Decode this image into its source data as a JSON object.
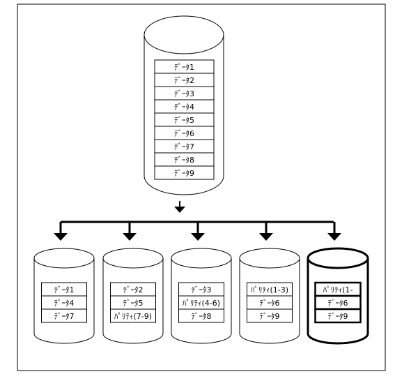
{
  "source": {
    "rows": [
      "ﾃﾞｰﾀ1",
      "ﾃﾞｰﾀ2",
      "ﾃﾞｰﾀ3",
      "ﾃﾞｰﾀ4",
      "ﾃﾞｰﾀ5",
      "ﾃﾞｰﾀ6",
      "ﾃﾞｰﾀ7",
      "ﾃﾞｰﾀ8",
      "ﾃﾞｰﾀ9"
    ]
  },
  "disks": [
    {
      "rows": [
        "ﾃﾞｰﾀ1",
        "ﾃﾞｰﾀ4",
        "ﾃﾞｰﾀ7"
      ],
      "emphasized": false
    },
    {
      "rows": [
        "ﾃﾞｰﾀ2",
        "ﾃﾞｰﾀ5",
        "ﾊﾟﾘﾃｨ(7-9)"
      ],
      "emphasized": false
    },
    {
      "rows": [
        "ﾃﾞｰﾀ3",
        "ﾊﾟﾘﾃｨ(4-6)",
        "ﾃﾞｰﾀ8"
      ],
      "emphasized": false
    },
    {
      "rows": [
        "ﾊﾟﾘﾃｨ(1-3)",
        "ﾃﾞｰﾀ6",
        "ﾃﾞｰﾀ9"
      ],
      "emphasized": false
    },
    {
      "rows": [
        "ﾊﾟﾘﾃｨ(1-",
        "ﾃﾞｰﾀ6",
        "ﾃﾞｰﾀ9"
      ],
      "emphasized": true
    }
  ]
}
